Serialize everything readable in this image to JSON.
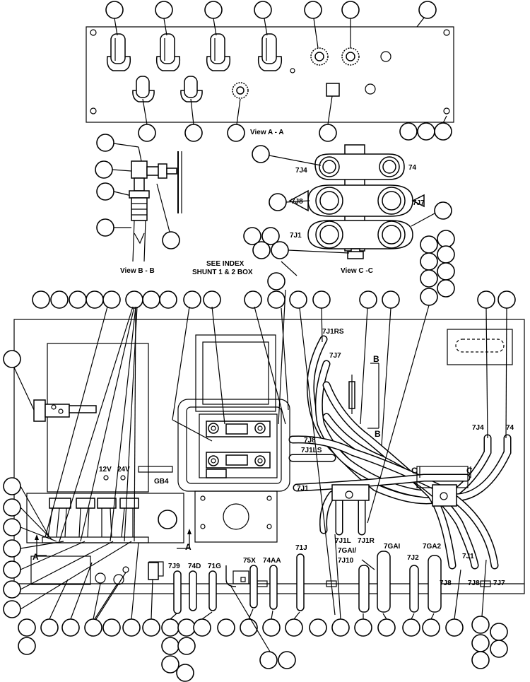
{
  "view_titles": {
    "view_aa": "View A - A",
    "view_bb": "View B - B",
    "view_cc": "View C -C",
    "see_index_1": "SEE INDEX",
    "see_index_2": "SHUNT 1 & 2  BOX"
  },
  "section_markers": {
    "a_left": "A",
    "a_right": "A",
    "b_top": "B",
    "b_bottom": "B",
    "c_left": "C",
    "c_right": "C"
  },
  "view_cc_labels": {
    "j4": "7J4",
    "j74": "74",
    "j8": "7J8",
    "j7": "7J7",
    "j1": "7J1"
  },
  "panel_labels": {
    "v12": "12V",
    "v24": "24V",
    "gb4": "GB4",
    "j1rs": "7J1RS",
    "j7_top": "7J7",
    "j8_mid": "7J8",
    "j1ls": "7J1LS",
    "j1_box": "7J1",
    "j4_right": "7J4",
    "j74_right": "74",
    "j1l": "7J1L",
    "j1r": "7J1R",
    "gai_slash": "7GAI/",
    "j10": "7J10",
    "gai": "7GAI",
    "ga2": "7GA2",
    "j2": "7J2",
    "j1_right": "7J1",
    "j8_low_a": "7J8",
    "j8_low_b": "7J8",
    "j7_low": "7J7"
  },
  "bottom_connector_labels": {
    "j9": "7J9",
    "d74": "74D",
    "g71": "71G",
    "x75": "75X",
    "aa74": "74AA",
    "j71": "71J"
  }
}
